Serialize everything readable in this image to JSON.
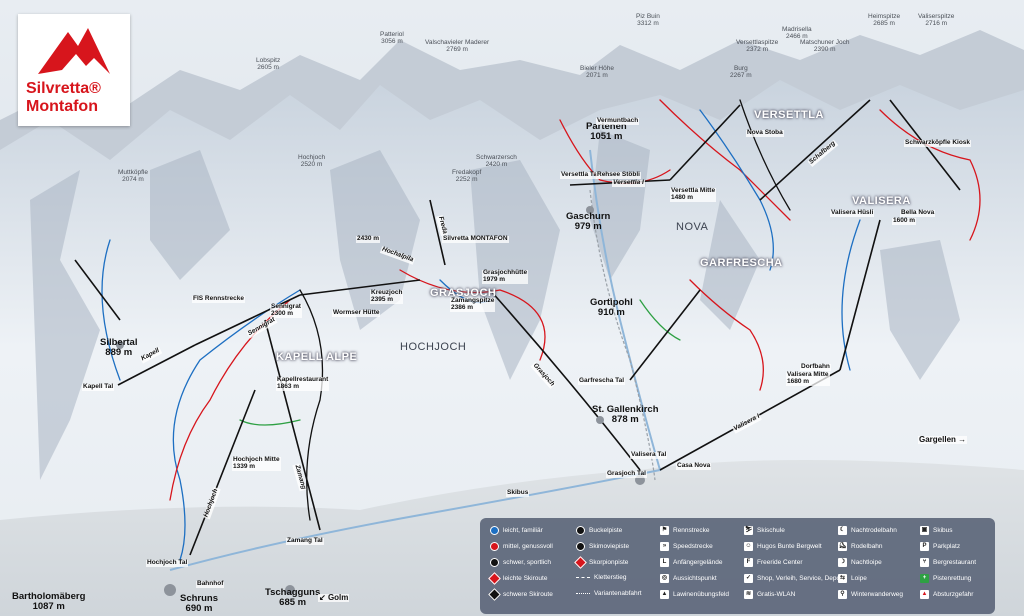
{
  "logo": {
    "line1": "Silvretta®",
    "line2": "Montafon"
  },
  "peaks": [
    {
      "id": "lobspitz",
      "name": "Lobspitz",
      "alt": "2605 m"
    },
    {
      "id": "patteriol",
      "name": "Patteriol",
      "alt": "3056 m"
    },
    {
      "id": "valschavieler",
      "name": "Valschavieler Maderer",
      "alt": "2769 m"
    },
    {
      "id": "piz-buin",
      "name": "Piz Buin",
      "alt": "3312 m"
    },
    {
      "id": "bieler-hoehe",
      "name": "Bieler Höhe",
      "alt": "2071 m"
    },
    {
      "id": "versettlaspitze",
      "name": "Versettlaspitze",
      "alt": "2372 m"
    },
    {
      "id": "madrisella",
      "name": "Madrisella",
      "alt": "2466 m"
    },
    {
      "id": "heimspitze",
      "name": "Heimspitze",
      "alt": "2685 m"
    },
    {
      "id": "valiserspitze",
      "name": "Valiserspitze",
      "alt": "2716 m"
    },
    {
      "id": "matschuner",
      "name": "Matschuner Joch",
      "alt": "2390 m"
    },
    {
      "id": "burg",
      "name": "Burg",
      "alt": "2267 m"
    },
    {
      "id": "hochjoch-peak",
      "name": "Hochjoch",
      "alt": "2520 m"
    },
    {
      "id": "muttkoepfle",
      "name": "Muttköpfle",
      "alt": "2074 m"
    },
    {
      "id": "fredakopf",
      "name": "Fredakopf",
      "alt": "2252 m"
    },
    {
      "id": "schwarzersch",
      "name": "Schwarzersch",
      "alt": "2420 m"
    }
  ],
  "towns": [
    {
      "id": "silbertal",
      "name": "Silbertal",
      "alt": "889 m"
    },
    {
      "id": "partenen",
      "name": "Partenen",
      "alt": "1051 m"
    },
    {
      "id": "gaschurn",
      "name": "Gaschurn",
      "alt": "979 m"
    },
    {
      "id": "gortipohl",
      "name": "Gortipohl",
      "alt": "910 m"
    },
    {
      "id": "st-gallenkirch",
      "name": "St. Gallenkirch",
      "alt": "878 m"
    },
    {
      "id": "schruns",
      "name": "Schruns",
      "alt": "690 m"
    },
    {
      "id": "tschagguns",
      "name": "Tschagguns",
      "alt": "685 m"
    },
    {
      "id": "bartholomaeberg",
      "name": "Bartholomäberg",
      "alt": "1087 m"
    }
  ],
  "areas": {
    "versettla": "VERSETTLA",
    "nova": "NOVA",
    "garfrescha": "GARFRESCHA",
    "valisera": "VALISERA",
    "kapell_alpe": "KAPELL ALPE",
    "grasjoch": "GRASJOCH",
    "hochjoch": "HOCHJOCH"
  },
  "stations": {
    "kapell_tal": "Kapell Tal",
    "hochjoch_tal": "Hochjoch Tal",
    "hochjoch_mitte": "Hochjoch Mitte",
    "hochjoch_mitte_alt": "1339 m",
    "zamang_tal": "Zamang Tal",
    "bahnhof": "Bahnhof",
    "grasjoch_tal": "Grasjoch Tal",
    "casa_nova": "Casa Nova",
    "valisera_tal": "Valisera Tal",
    "garfrescha_tal": "Garfrescha Tal",
    "valisera_mitte": "Valisera Mitte",
    "valisera_mitte_alt": "1680 m",
    "versettla_tal": "Versettla Tal",
    "versettla_mitte": "Versettla Mitte",
    "versettla_mitte_alt": "1480 m",
    "grasjochhuette": "Grasjochhütte",
    "grasjochhuette_alt": "1979 m",
    "kapellrestaurant": "Kapellrestaurant",
    "kapellrestaurant_alt": "1863 m",
    "wormser_huette": "Wormser Hütte",
    "nova_stoba": "Nova Stoba",
    "valisera_huesli": "Valisera Hüsli",
    "bella_nova": "Bella Nova",
    "schwarzkoepfle_kiosk": "Schwarzköpfle Kiosk",
    "rehsee_stoebli": "Rehsee Stöbli",
    "dorfbahn": "Dorfbahn",
    "silvretta_montafon_sign": "Silvretta MONTAFON",
    "fis_rennstrecke": "FIS Rennstrecke",
    "kreuzjoch": "Kreuzjoch",
    "kreuzjoch_alt": "2395 m",
    "sennigrat": "Sennigrat",
    "sennigrat_alt": "2300 m",
    "zamangspitze": "Zamangspitze",
    "zamangspitze_alt": "2386 m",
    "spot_2430": "2430 m",
    "valisera_bahn_alt": "1600 m",
    "bielerhoehe_lbl": "Vermuntbach"
  },
  "lifts": {
    "kapell": "Kapell",
    "hochjoch": "Hochjoch",
    "zamang": "Zamang",
    "grasjoch": "Grasjoch",
    "valisera": "Valisera I",
    "versettla": "Versettla I",
    "hochalpila": "Hochalpila",
    "freda": "Freda",
    "schafberg": "Schafberg",
    "sennigrat": "Sennigrat"
  },
  "misc": {
    "gargellen": "Gargellen",
    "golm": "Golm",
    "skibus": "Skibus"
  },
  "legend": {
    "col1": [
      "leicht, familiär",
      "mittel, genussvoll",
      "schwer, sportlich",
      "leichte Skiroute",
      "schwere Skiroute"
    ],
    "col2": [
      "Buckelpiste",
      "Skimoviepiste",
      "Skorpionpiste",
      "Kletterstieg",
      "Variantenabfahrt"
    ],
    "col3": [
      "Rennstrecke",
      "Speedstrecke",
      "Anfängergelände",
      "Aussichtspunkt",
      "Lawinenübungsfeld"
    ],
    "col4": [
      "Skischule",
      "Hugos Bunte Bergwelt",
      "Freeride Center",
      "Shop, Verleih, Service, Depot",
      "Gratis-WLAN"
    ],
    "col5": [
      "Nachtrodelbahn",
      "Rodelbahn",
      "Nachtloipe",
      "Loipe",
      "Winterwanderweg"
    ],
    "col6": [
      "Skibus",
      "Parkplatz",
      "Bergrestaurant",
      "Pistenrettung",
      "Absturzgefahr"
    ],
    "colors": {
      "blue": "#1d6fc2",
      "red": "#d7151c",
      "black": "#111111",
      "green": "#2ea043",
      "bg": "#5a6478"
    }
  }
}
